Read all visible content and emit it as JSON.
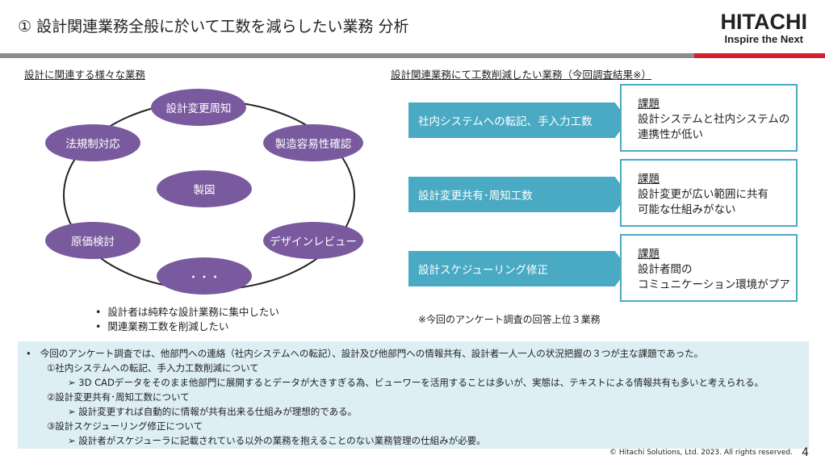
{
  "header": {
    "title": "① 設計関連業務全般に於いて工数を減らしたい業務 分析",
    "logo_line1": "HITACHI",
    "logo_line2": "Inspire the Next",
    "accent_red": "#d4202b"
  },
  "left": {
    "heading": "設計に関連する様々な業務",
    "tasks": [
      "設計変更周知",
      "法規制対応",
      "製造容易性確認",
      "製図",
      "原価検討",
      "デザインレビュー",
      "・・・"
    ],
    "bullets": [
      "設計者は純粋な設計業務に集中したい",
      "関連業務工数を削減したい"
    ]
  },
  "right": {
    "heading": "設計関連業務にて工数削減したい業務（今回調査結果※）",
    "items": [
      {
        "task": "社内システムへの転記、手入力工数",
        "issue_label": "課題",
        "issue": [
          "設計システムと社内システムの",
          "連携性が低い"
        ]
      },
      {
        "task": "設計変更共有･周知工数",
        "issue_label": "課題",
        "issue": [
          "設計変更が広い範囲に共有",
          "可能な仕組みがない"
        ]
      },
      {
        "task": "設計スケジューリング修正",
        "issue_label": "課題",
        "issue": [
          "設計者間の",
          "コミュニケーション環境がプア"
        ]
      }
    ],
    "footnote": "※今回のアンケート調査の回答上位３業務"
  },
  "summary": {
    "lines": [
      "今回のアンケート調査では、他部門への連絡（社内システムへの転記）、設計及び他部門への情報共有、設計者一人一人の状況把握の３つが主な課題であった。",
      "①社内システムへの転記、手入力工数削減について",
      "3D CADデータをそのまま他部門に展開するとデータが大きすぎる為、ビューワーを活用することは多いが、実態は、テキストによる情報共有も多いと考えられる。",
      "②設計変更共有･周知工数について",
      "設計変更すれば自動的に情報が共有出来る仕組みが理想的である。",
      "③設計スケジューリング修正について",
      "設計者がスケジューラに記載されている以外の業務を抱えることのない業務管理の仕組みが必要。"
    ]
  },
  "footer": {
    "copyright": "© Hitachi Solutions, Ltd. 2023. All rights reserved.",
    "page": "4"
  }
}
